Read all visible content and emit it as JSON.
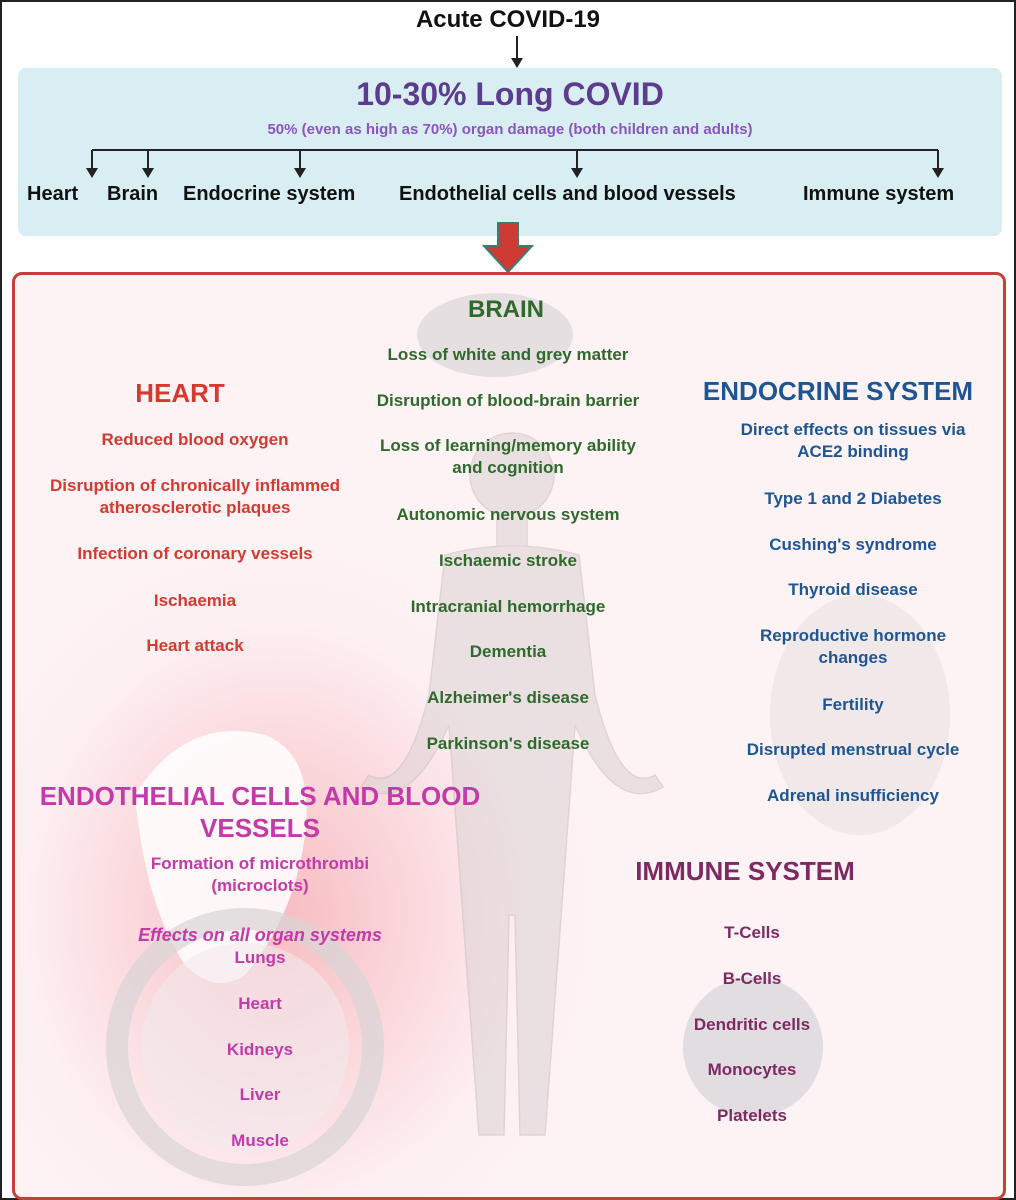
{
  "top": {
    "title": "Acute COVID-19"
  },
  "banner": {
    "title": "10-30% Long COVID",
    "subtitle": "50% (even as high as 70%) organ damage (both children and adults)",
    "organs": [
      "Heart",
      "Brain",
      "Endocrine system",
      "Endothelial cells and blood vessels",
      "Immune system"
    ]
  },
  "brain": {
    "title": "BRAIN",
    "items": [
      "Loss of white and grey matter",
      "Disruption of blood-brain barrier",
      "Loss of learning/memory ability\nand cognition",
      "Autonomic nervous system",
      "Ischaemic stroke",
      "Intracranial hemorrhage",
      "Dementia",
      "Alzheimer's disease",
      "Parkinson's disease"
    ]
  },
  "heart": {
    "title": "HEART",
    "items": [
      "Reduced blood oxygen",
      "Disruption of chronically inflammed\natherosclerotic plaques",
      "Infection of coronary vessels",
      "Ischaemia",
      "Heart attack"
    ]
  },
  "endocrine": {
    "title": "ENDOCRINE SYSTEM",
    "items": [
      "Direct effects on tissues via\nACE2 binding",
      "Type 1 and 2 Diabetes",
      "Cushing's syndrome",
      "Thyroid disease",
      "Reproductive hormone\nchanges",
      "Fertility",
      "Disrupted menstrual cycle",
      "Adrenal insufficiency"
    ]
  },
  "endothelial": {
    "title": "ENDOTHELIAL CELLS AND BLOOD\nVESSELS",
    "item1": "Formation of microthrombi\n(microclots)",
    "effects": "Effects on all organ systems",
    "items": [
      "Lungs",
      "Heart",
      "Kidneys",
      "Liver",
      "Muscle"
    ]
  },
  "immune": {
    "title": "IMMUNE SYSTEM",
    "items": [
      "T-Cells",
      "B-Cells",
      "Dendritic cells",
      "Monocytes",
      "Platelets"
    ]
  },
  "colors": {
    "brain": "#2f6a2c",
    "heart": "#d43a30",
    "endocrine": "#1e5595",
    "endothelial": "#c43aa8",
    "immune": "#7e2a62",
    "banner_title": "#5d3b8e",
    "panel_border": "#c6403a",
    "banner_bg": "#d9eef3"
  }
}
